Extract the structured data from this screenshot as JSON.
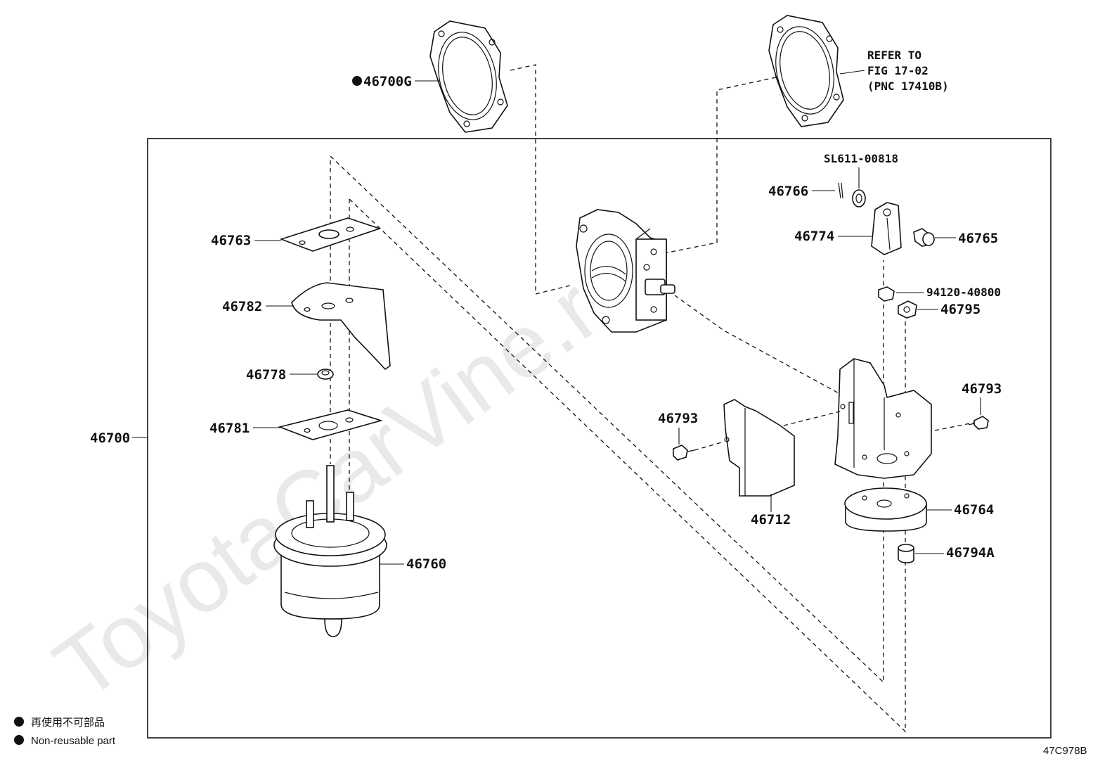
{
  "watermark": "ToyotaCarVine.ru",
  "assembly_label": "46700",
  "parts": {
    "p46700G": "46700G",
    "p46763": "46763",
    "p46782": "46782",
    "p46778": "46778",
    "p46781": "46781",
    "p46760": "46760",
    "p46766": "46766",
    "sl": "SL611-00818",
    "p46774": "46774",
    "p46765": "46765",
    "p94120": "94120-40800",
    "p46795": "46795",
    "p46793a": "46793",
    "p46793b": "46793",
    "p46712": "46712",
    "p46764": "46764",
    "p46794A": "46794A"
  },
  "refer_note": [
    "REFER TO",
    "FIG 17-02",
    "(PNC 17410B)"
  ],
  "legend": {
    "jp": "再使用不可部品",
    "en": "Non-reusable part"
  },
  "figure_code": "47C978B"
}
